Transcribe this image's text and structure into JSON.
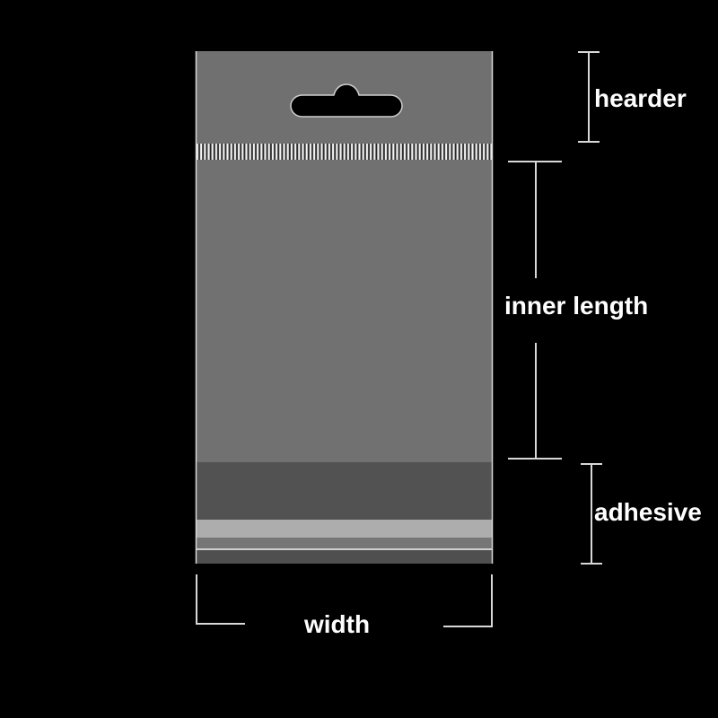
{
  "labels": {
    "header": "hearder",
    "inner_length": "inner length",
    "adhesive": "adhesive",
    "width": "width"
  },
  "colors": {
    "background": "#000000",
    "bag_body": "#717171",
    "adhesive_band": "#525252",
    "release_strip": "#adadad",
    "outline": "#d8d8d8"
  }
}
